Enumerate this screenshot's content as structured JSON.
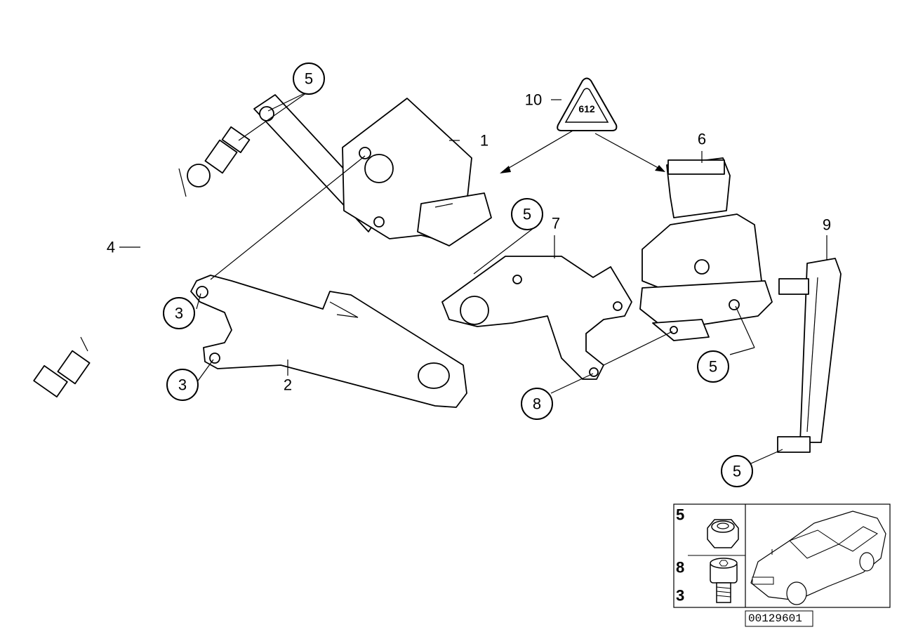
{
  "callouts": {
    "c1": "1",
    "c2": "2",
    "c3a": "3",
    "c3b": "3",
    "c4": "4",
    "c5a": "5",
    "c5b": "5",
    "c5c": "5",
    "c5d": "5",
    "c6": "6",
    "c7": "7",
    "c8": "8",
    "c9": "9",
    "c10": "10"
  },
  "legend": {
    "nut_label": "5",
    "bolt_label_top": "8",
    "bolt_label_bottom": "3"
  },
  "reference_code": "00129601",
  "icons": {
    "warning": "warning-triangle-icon",
    "vehicle": "sedan-car-icon"
  }
}
